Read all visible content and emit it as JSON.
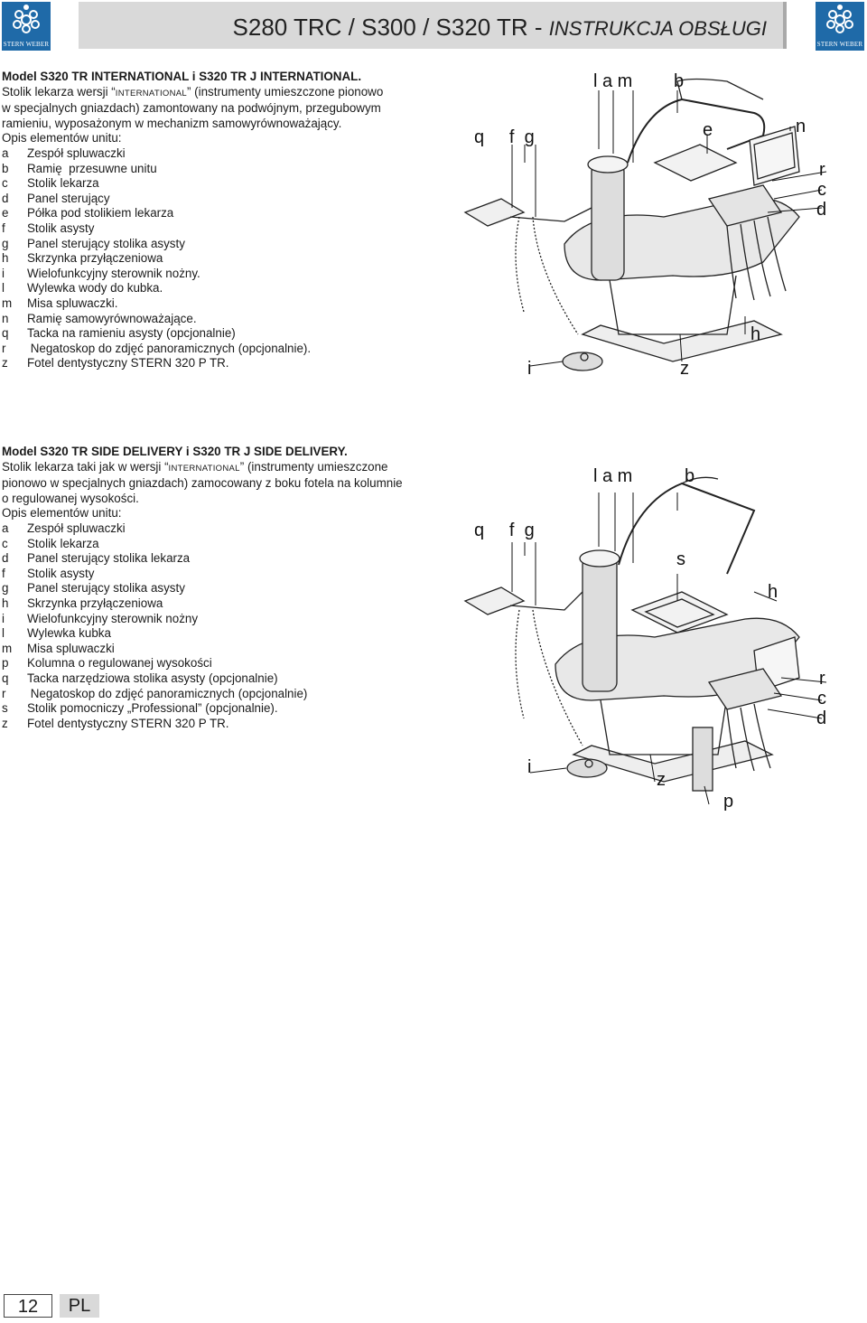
{
  "header": {
    "brand": "STERN WEBER",
    "title_main": "S280 TRC / S300 / S320 TR",
    "title_sep": " - ",
    "title_sub": "INSTRUKCJA OBSŁUGI"
  },
  "section1": {
    "heading": "Model S320 TR INTERNATIONAL i S320 TR J INTERNATIONAL.",
    "desc_pre": "Stolik lekarza wersji “",
    "desc_sc": "INTERNATIONAL",
    "desc_l1_post": "” (instrumenty umieszczone pionowo",
    "desc_l2": "w specjalnych gniazdach) zamontowany na podwójnym, przegubowym",
    "desc_l3": "ramieniu, wyposażonym w mechanizm samowyrównoważający.",
    "list_title": "Opis elementów unitu:",
    "items": [
      {
        "k": "a",
        "v": "Zespół spluwaczki"
      },
      {
        "k": "b",
        "v": "Ramię  przesuwne unitu"
      },
      {
        "k": "c",
        "v": "Stolik lekarza"
      },
      {
        "k": "d",
        "v": "Panel sterujący"
      },
      {
        "k": "e",
        "v": "Półka pod stolikiem lekarza"
      },
      {
        "k": "f",
        "v": "Stolik asysty"
      },
      {
        "k": "g",
        "v": "Panel sterujący stolika asysty"
      },
      {
        "k": "h",
        "v": "Skrzynka przyłączeniowa"
      },
      {
        "k": "i",
        "v": "Wielofunkcyjny sterownik nożny."
      },
      {
        "k": "l",
        "v": "Wylewka wody do kubka."
      },
      {
        "k": "m",
        "v": "Misa spluwaczki."
      },
      {
        "k": "n",
        "v": "Ramię samowyrównoważające."
      },
      {
        "k": "q",
        "v": "Tacka na ramieniu asysty (opcjonalnie)"
      },
      {
        "k": "r",
        "v": " Negatoskop do zdjęć panoramicznych (opcjonalnie)."
      },
      {
        "k": "z",
        "v": "Fotel dentystyczny STERN 320 P TR."
      }
    ]
  },
  "section2": {
    "heading": "Model S320 TR SIDE DELIVERY i S320 TR J SIDE DELIVERY.",
    "desc_pre": "Stolik lekarza taki jak w wersji “",
    "desc_sc": "INTERNATIONAL",
    "desc_l1_post": "” (instrumenty umieszczone",
    "desc_l2": "pionowo w specjalnych gniazdach) zamocowany z boku fotela na kolumnie",
    "desc_l3": "o regulowanej wysokości.",
    "list_title": "Opis elementów unitu:",
    "items": [
      {
        "k": "a",
        "v": "Zespół spluwaczki"
      },
      {
        "k": "c",
        "v": "Stolik lekarza"
      },
      {
        "k": "d",
        "v": "Panel sterujący stolika lekarza"
      },
      {
        "k": "f",
        "v": "Stolik asysty"
      },
      {
        "k": "g",
        "v": "Panel sterujący stolika asysty"
      },
      {
        "k": "h",
        "v": "Skrzynka przyłączeniowa"
      },
      {
        "k": "i",
        "v": "Wielofunkcyjny sterownik nożny"
      },
      {
        "k": "l",
        "v": "Wylewka kubka"
      },
      {
        "k": "m",
        "v": "Misa spluwaczki"
      },
      {
        "k": "p",
        "v": "Kolumna o regulowanej wysokości"
      },
      {
        "k": "q",
        "v": "Tacka narzędziowa stolika asysty (opcjonalnie)"
      },
      {
        "k": "r",
        "v": " Negatoskop do zdjęć panoramicznych (opcjonalnie)"
      },
      {
        "k": "s",
        "v": "Stolik pomocniczy „Professional” (opcjonalnie)."
      },
      {
        "k": "z",
        "v": "Fotel dentystyczny STERN 320 P TR."
      }
    ]
  },
  "figure1_labels": {
    "lam": "l  a  m",
    "b": "b",
    "e": "e",
    "n": "n",
    "qfg": "q     f  g",
    "r": "r",
    "c": "c",
    "d": "d",
    "h": "h",
    "i": "i",
    "z": "z"
  },
  "figure2_labels": {
    "lam": "l  a  m",
    "b": "b",
    "qfg": "q     f  g",
    "s": "s",
    "h": "h",
    "r": "r",
    "c": "c",
    "d": "d",
    "i": "i",
    "z": "z",
    "p": "p"
  },
  "footer": {
    "page": "12",
    "lang": "PL"
  }
}
